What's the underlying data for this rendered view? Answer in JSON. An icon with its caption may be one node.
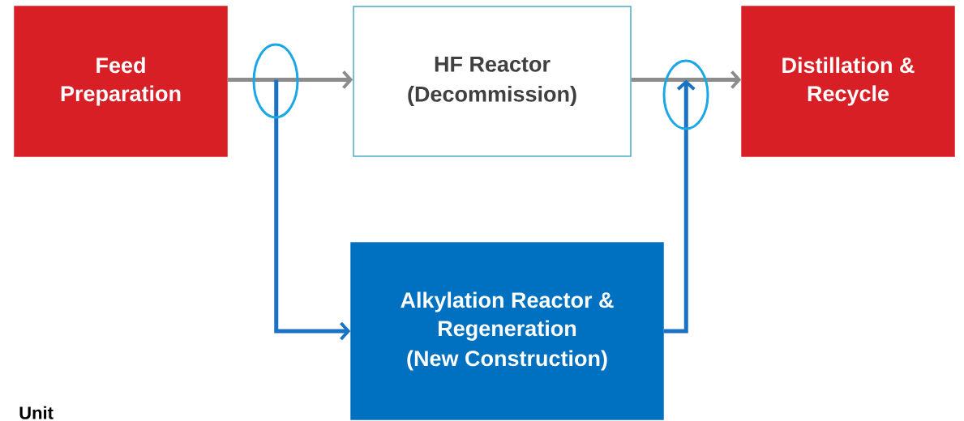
{
  "diagram": {
    "nodes": [
      {
        "text": [
          "Feed Preparation"
        ]
      },
      {
        "text": [
          "HF Reactor",
          "(Decommission)"
        ]
      },
      {
        "text": [
          "Distillation & Recycle"
        ]
      },
      {
        "text": [
          "Alkylation Reactor & Regeneration",
          "(New Construction)"
        ]
      }
    ],
    "edges": [
      {
        "from": 0,
        "to": 1,
        "arrow": "to",
        "color": "#8c8c8c"
      },
      {
        "from": 1,
        "to": 2,
        "arrow": "to",
        "color": "#8c8c8c"
      },
      {
        "from": 0,
        "to": 3,
        "arrow": "to",
        "color": "#1a72c4"
      },
      {
        "from": 3,
        "to": 2,
        "arrow": "to",
        "color": "#1a72c4"
      }
    ],
    "labels": [
      "Unit"
    ]
  }
}
